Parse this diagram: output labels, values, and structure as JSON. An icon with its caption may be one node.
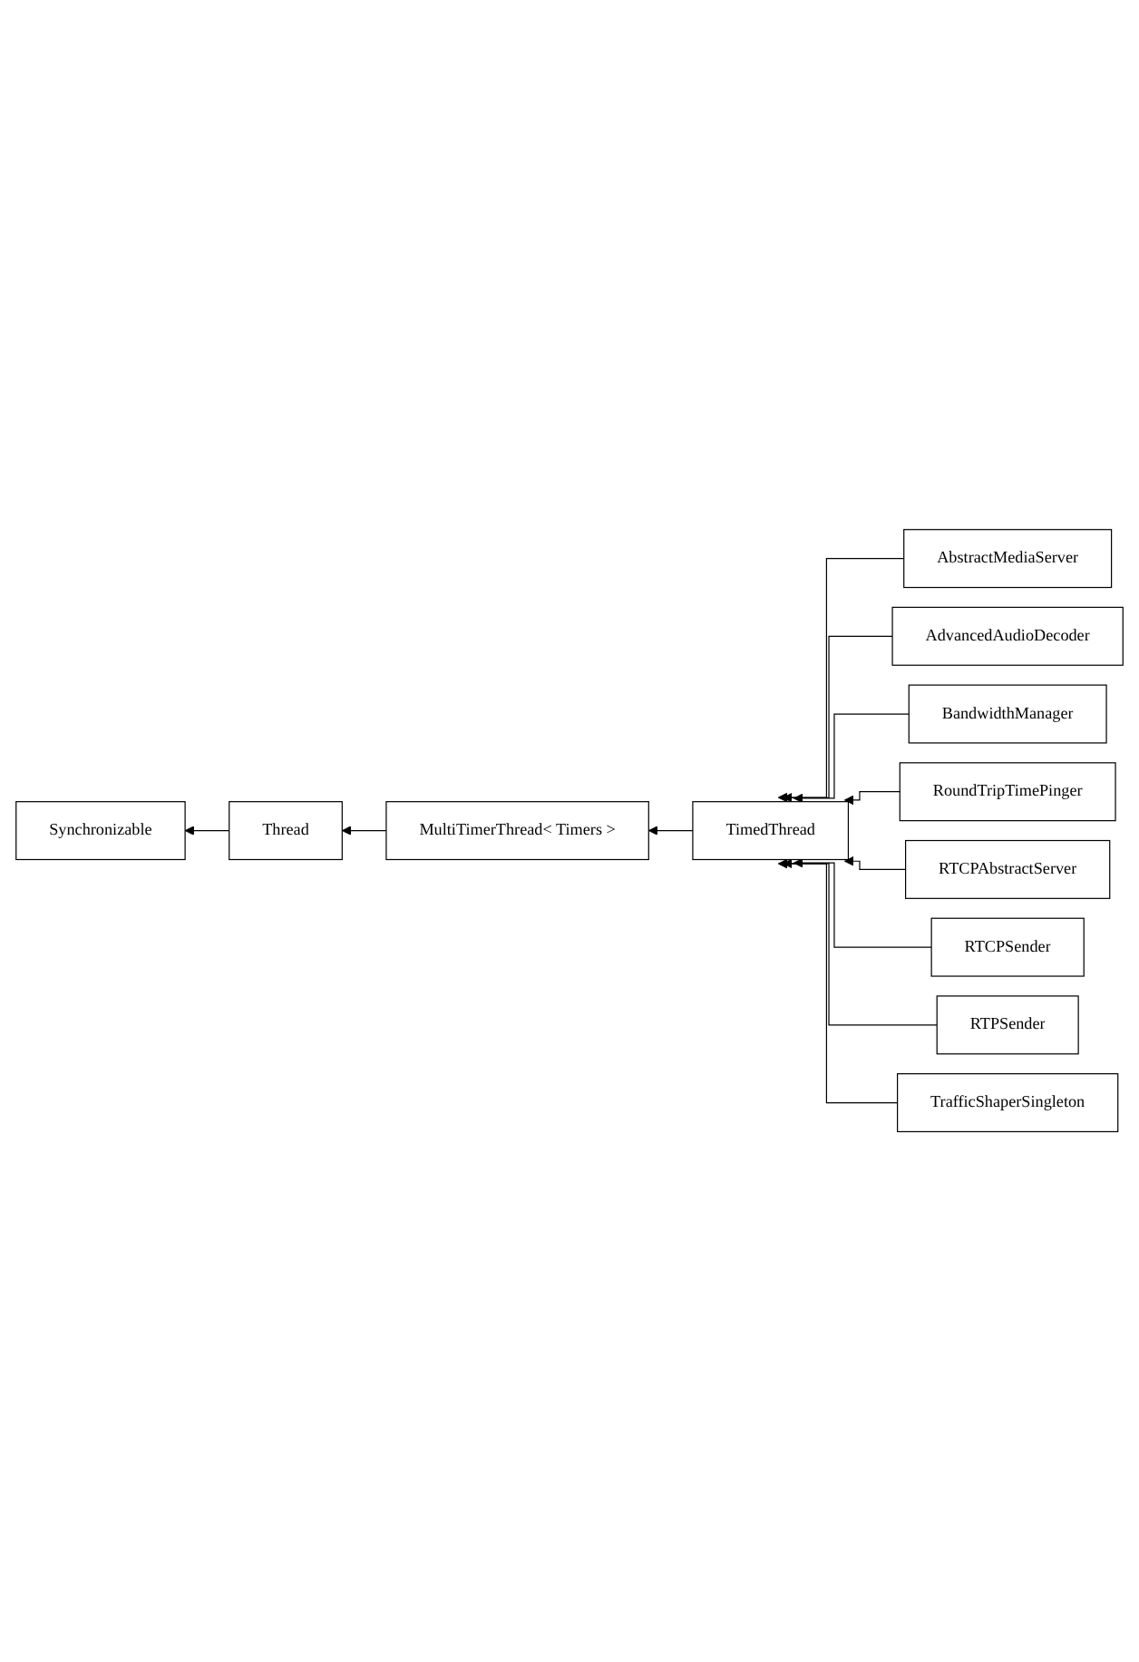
{
  "diagram": {
    "nodes": [
      {
        "text": [
          "Synchronizable"
        ]
      },
      {
        "text": [
          "Thread"
        ]
      },
      {
        "text": [
          "MultiTimerThread< Timers >"
        ]
      },
      {
        "text": [
          "TimedThread"
        ]
      },
      {
        "text": [
          "AbstractMediaServer"
        ]
      },
      {
        "text": [
          "AdvancedAudioDecoder"
        ]
      },
      {
        "text": [
          "BandwidthManager"
        ]
      },
      {
        "text": [
          "RoundTripTimePinger"
        ]
      },
      {
        "text": [
          "RTCPAbstractServer"
        ]
      },
      {
        "text": [
          "RTCPSender"
        ]
      },
      {
        "text": [
          "RTPSender"
        ]
      },
      {
        "text": [
          "TrafficShaperSingleton"
        ]
      }
    ],
    "edges": [
      {
        "from": 1,
        "to": 0,
        "arrow": "to"
      },
      {
        "from": 2,
        "to": 1,
        "arrow": "to"
      },
      {
        "from": 3,
        "to": 2,
        "arrow": "to"
      },
      {
        "from": 4,
        "to": 3,
        "arrow": "to"
      },
      {
        "from": 5,
        "to": 3,
        "arrow": "to"
      },
      {
        "from": 6,
        "to": 3,
        "arrow": "to"
      },
      {
        "from": 7,
        "to": 3,
        "arrow": "to"
      },
      {
        "from": 8,
        "to": 3,
        "arrow": "to"
      },
      {
        "from": 9,
        "to": 3,
        "arrow": "to"
      },
      {
        "from": 10,
        "to": 3,
        "arrow": "to"
      },
      {
        "from": 11,
        "to": 3,
        "arrow": "to"
      }
    ]
  }
}
